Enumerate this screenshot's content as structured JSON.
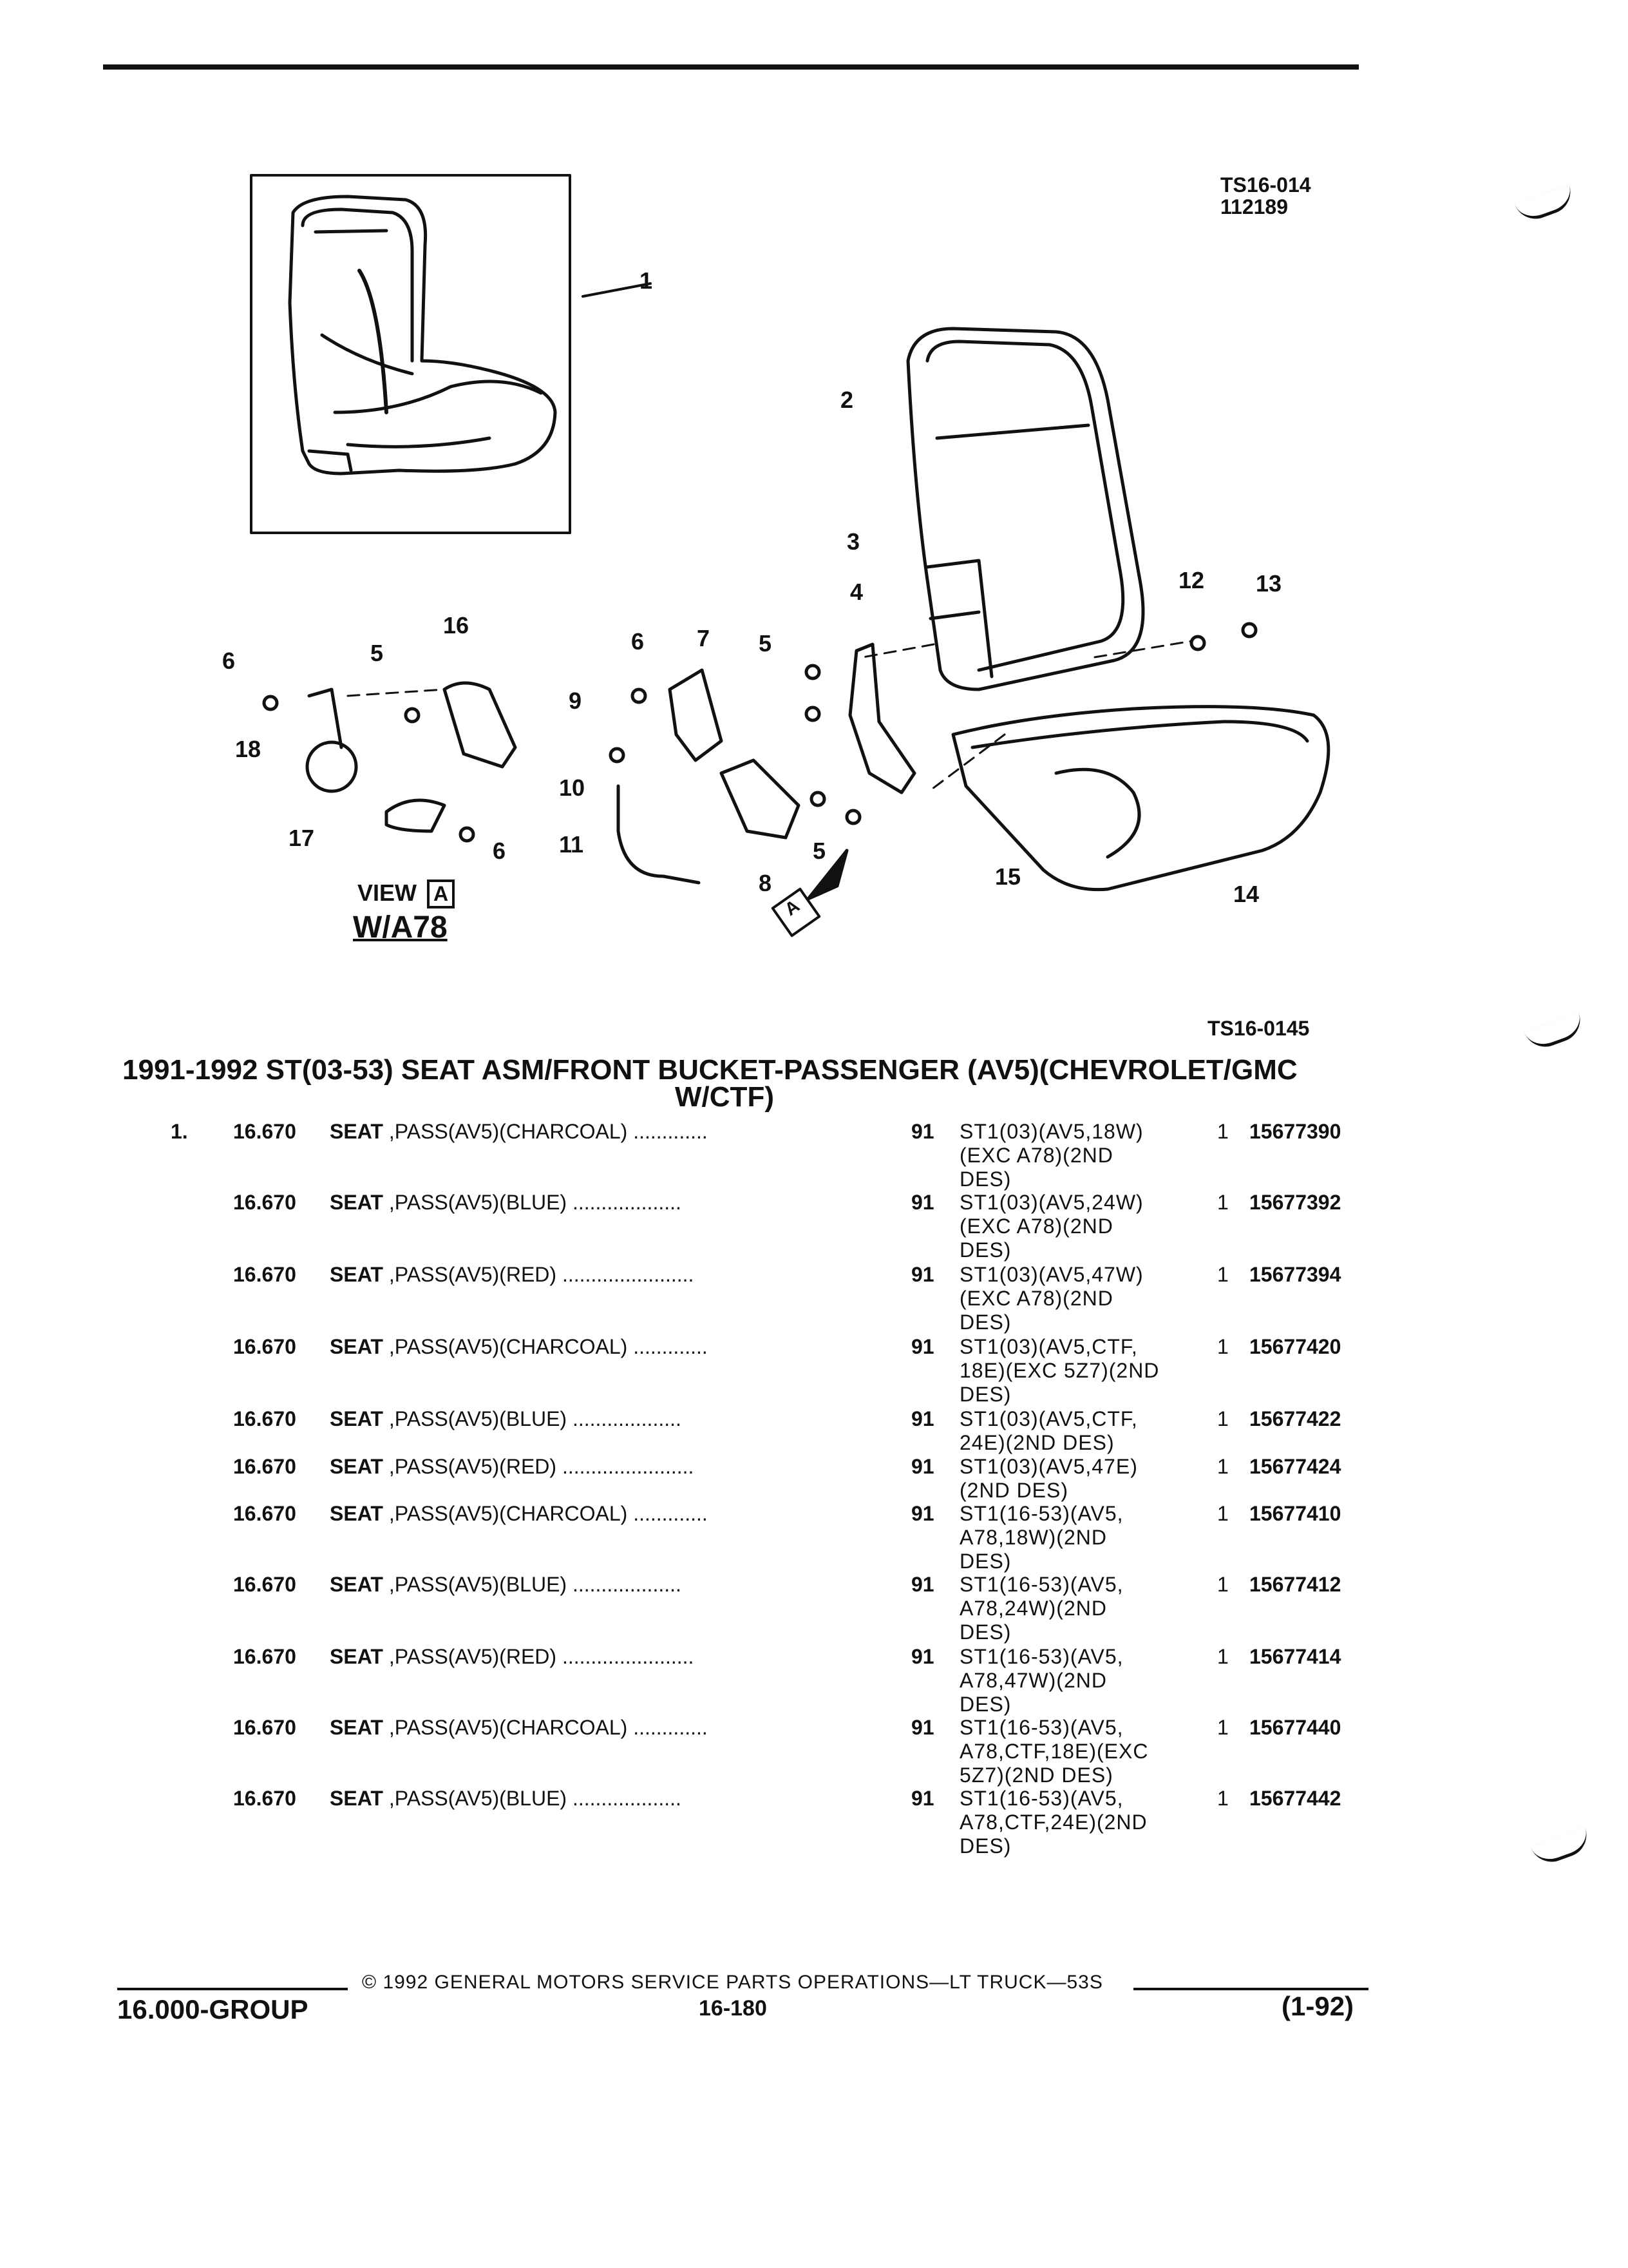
{
  "figure": {
    "code_top": "TS16-014",
    "date_top": "112189",
    "code_bottom": "TS16-0145",
    "callouts": [
      "1",
      "2",
      "3",
      "4",
      "5",
      "5",
      "5",
      "6",
      "6",
      "6",
      "7",
      "8",
      "9",
      "10",
      "11",
      "12",
      "13",
      "14",
      "15",
      "16",
      "17",
      "18"
    ],
    "view_label": "VIEW",
    "view_letter": "A",
    "view_sub": "W/A78",
    "arrow_letter": "A"
  },
  "title": {
    "line1": "1991-1992 ST(03-53) SEAT ASM/FRONT BUCKET-PASSENGER (AV5)(CHEVROLET/GMC",
    "line2": "W/CTF)"
  },
  "rows": [
    {
      "item": "1.",
      "group": "16.670",
      "desc_bold": "SEAT",
      "desc": " ,PASS(AV5)(CHARCOAL) .............",
      "year": "91",
      "app": [
        "ST1(03)(AV5,18W)",
        "(EXC A78)(2ND",
        "DES)"
      ],
      "qty": "1",
      "part": "15677390"
    },
    {
      "item": "",
      "group": "16.670",
      "desc_bold": "SEAT",
      "desc": " ,PASS(AV5)(BLUE) ...................",
      "year": "91",
      "app": [
        "ST1(03)(AV5,24W)",
        "(EXC A78)(2ND",
        "DES)"
      ],
      "qty": "1",
      "part": "15677392"
    },
    {
      "item": "",
      "group": "16.670",
      "desc_bold": "SEAT",
      "desc": " ,PASS(AV5)(RED) .......................",
      "year": "91",
      "app": [
        "ST1(03)(AV5,47W)",
        "(EXC A78)(2ND",
        "DES)"
      ],
      "qty": "1",
      "part": "15677394"
    },
    {
      "item": "",
      "group": "16.670",
      "desc_bold": "SEAT",
      "desc": " ,PASS(AV5)(CHARCOAL) .............",
      "year": "91",
      "app": [
        "ST1(03)(AV5,CTF,",
        "18E)(EXC 5Z7)(2ND",
        "DES)"
      ],
      "qty": "1",
      "part": "15677420"
    },
    {
      "item": "",
      "group": "16.670",
      "desc_bold": "SEAT",
      "desc": " ,PASS(AV5)(BLUE) ...................",
      "year": "91",
      "app": [
        "ST1(03)(AV5,CTF,",
        "24E)(2ND DES)"
      ],
      "qty": "1",
      "part": "15677422"
    },
    {
      "item": "",
      "group": "16.670",
      "desc_bold": "SEAT",
      "desc": " ,PASS(AV5)(RED) .......................",
      "year": "91",
      "app": [
        "ST1(03)(AV5,47E)",
        "(2ND DES)"
      ],
      "qty": "1",
      "part": "15677424"
    },
    {
      "item": "",
      "group": "16.670",
      "desc_bold": "SEAT",
      "desc": " ,PASS(AV5)(CHARCOAL) .............",
      "year": "91",
      "app": [
        "ST1(16-53)(AV5,",
        "A78,18W)(2ND",
        "DES)"
      ],
      "qty": "1",
      "part": "15677410"
    },
    {
      "item": "",
      "group": "16.670",
      "desc_bold": "SEAT",
      "desc": " ,PASS(AV5)(BLUE) ...................",
      "year": "91",
      "app": [
        "ST1(16-53)(AV5,",
        "A78,24W)(2ND",
        "DES)"
      ],
      "qty": "1",
      "part": "15677412"
    },
    {
      "item": "",
      "group": "16.670",
      "desc_bold": "SEAT",
      "desc": " ,PASS(AV5)(RED) .......................",
      "year": "91",
      "app": [
        "ST1(16-53)(AV5,",
        "A78,47W)(2ND",
        "DES)"
      ],
      "qty": "1",
      "part": "15677414"
    },
    {
      "item": "",
      "group": "16.670",
      "desc_bold": "SEAT",
      "desc": " ,PASS(AV5)(CHARCOAL) .............",
      "year": "91",
      "app": [
        "ST1(16-53)(AV5,",
        "A78,CTF,18E)(EXC",
        "5Z7)(2ND DES)"
      ],
      "qty": "1",
      "part": "15677440"
    },
    {
      "item": "",
      "group": "16.670",
      "desc_bold": "SEAT",
      "desc": " ,PASS(AV5)(BLUE) ...................",
      "year": "91",
      "app": [
        "ST1(16-53)(AV5,",
        "A78,CTF,24E)(2ND",
        "DES)"
      ],
      "qty": "1",
      "part": "15677442"
    }
  ],
  "footer": {
    "copyright": "© 1992 GENERAL MOTORS SERVICE PARTS OPERATIONS—LT TRUCK—53S",
    "group": "16.000-GROUP",
    "page": "16-180",
    "date": "(1-92)"
  }
}
